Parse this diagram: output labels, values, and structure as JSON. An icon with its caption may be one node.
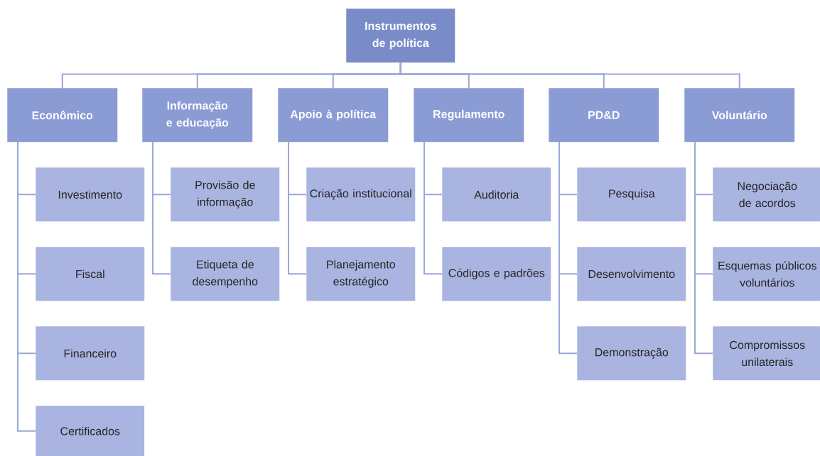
{
  "diagram": {
    "nodes": [
      {
        "text": [
          "Instrumentos de política"
        ]
      },
      {
        "text": [
          "Econômico"
        ]
      },
      {
        "text": [
          "Informação e educação"
        ]
      },
      {
        "text": [
          "Apoio à política"
        ]
      },
      {
        "text": [
          "Regulamento"
        ]
      },
      {
        "text": [
          "PD&D"
        ]
      },
      {
        "text": [
          "Voluntário"
        ]
      },
      {
        "text": [
          "Investimento"
        ]
      },
      {
        "text": [
          "Fiscal"
        ]
      },
      {
        "text": [
          "Financeiro"
        ]
      },
      {
        "text": [
          "Certificados"
        ]
      },
      {
        "text": [
          "Provisão de informação"
        ]
      },
      {
        "text": [
          "Etiqueta de desempenho"
        ]
      },
      {
        "text": [
          "Criação institucional"
        ]
      },
      {
        "text": [
          "Planejamento estratégico"
        ]
      },
      {
        "text": [
          "Auditoria"
        ]
      },
      {
        "text": [
          "Códigos e padrões"
        ]
      },
      {
        "text": [
          "Pesquisa"
        ]
      },
      {
        "text": [
          "Desenvolvimento"
        ]
      },
      {
        "text": [
          "Demonstração"
        ]
      },
      {
        "text": [
          "Negociação de acordos"
        ]
      },
      {
        "text": [
          "Esquemas públicos voluntários"
        ]
      },
      {
        "text": [
          "Compromissos unilaterais"
        ]
      }
    ],
    "edges": [
      {
        "from": 0,
        "to": 1,
        "arrow": "none"
      },
      {
        "from": 0,
        "to": 2,
        "arrow": "none"
      },
      {
        "from": 0,
        "to": 3,
        "arrow": "none"
      },
      {
        "from": 0,
        "to": 4,
        "arrow": "none"
      },
      {
        "from": 0,
        "to": 5,
        "arrow": "none"
      },
      {
        "from": 0,
        "to": 6,
        "arrow": "none"
      },
      {
        "from": 1,
        "to": 7,
        "arrow": "none"
      },
      {
        "from": 1,
        "to": 8,
        "arrow": "none"
      },
      {
        "from": 1,
        "to": 9,
        "arrow": "none"
      },
      {
        "from": 1,
        "to": 10,
        "arrow": "none"
      },
      {
        "from": 2,
        "to": 11,
        "arrow": "none"
      },
      {
        "from": 2,
        "to": 12,
        "arrow": "none"
      },
      {
        "from": 3,
        "to": 13,
        "arrow": "none"
      },
      {
        "from": 3,
        "to": 14,
        "arrow": "none"
      },
      {
        "from": 4,
        "to": 15,
        "arrow": "none"
      },
      {
        "from": 4,
        "to": 16,
        "arrow": "none"
      },
      {
        "from": 5,
        "to": 17,
        "arrow": "none"
      },
      {
        "from": 5,
        "to": 18,
        "arrow": "none"
      },
      {
        "from": 5,
        "to": 19,
        "arrow": "none"
      },
      {
        "from": 6,
        "to": 20,
        "arrow": "none"
      },
      {
        "from": 6,
        "to": 21,
        "arrow": "none"
      },
      {
        "from": 6,
        "to": 22,
        "arrow": "none"
      }
    ]
  }
}
